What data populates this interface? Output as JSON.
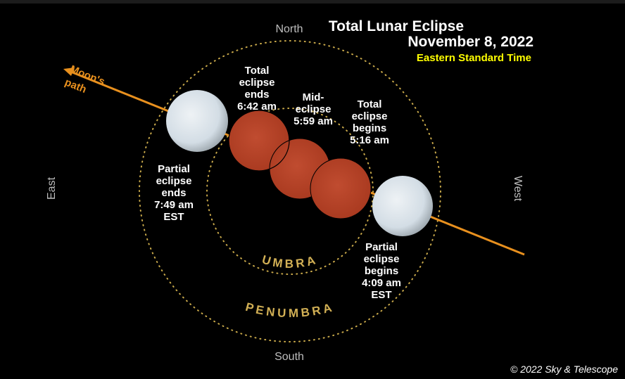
{
  "title": {
    "line1": "Total Lunar Eclipse",
    "line2": "November 8, 2022",
    "timezone": "Eastern Standard Time"
  },
  "directions": {
    "north": "North",
    "south": "South",
    "east": "East",
    "west": "West"
  },
  "zones": {
    "umbra": "UMBRA",
    "penumbra": "PENUMBRA"
  },
  "moon_path": {
    "line1": "Moon's",
    "line2": "path"
  },
  "events": {
    "partial_begins": [
      "Partial",
      "eclipse",
      "begins",
      "4:09 am",
      "EST"
    ],
    "total_begins": [
      "Total",
      "eclipse",
      "begins",
      "5:16 am"
    ],
    "mid": [
      "Mid-",
      "eclipse",
      "5:59 am"
    ],
    "total_ends": [
      "Total",
      "eclipse",
      "ends",
      "6:42 am"
    ],
    "partial_ends": [
      "Partial",
      "eclipse",
      "ends",
      "7:49 am",
      "EST"
    ]
  },
  "copyright": "© 2022 Sky & Telescope",
  "colors": {
    "path": "#e8901e",
    "eclipsed_moon": "#b8442a",
    "full_moon": "#dfe6ec",
    "title_accent": "#ffff00",
    "zone": "#d2b055"
  }
}
